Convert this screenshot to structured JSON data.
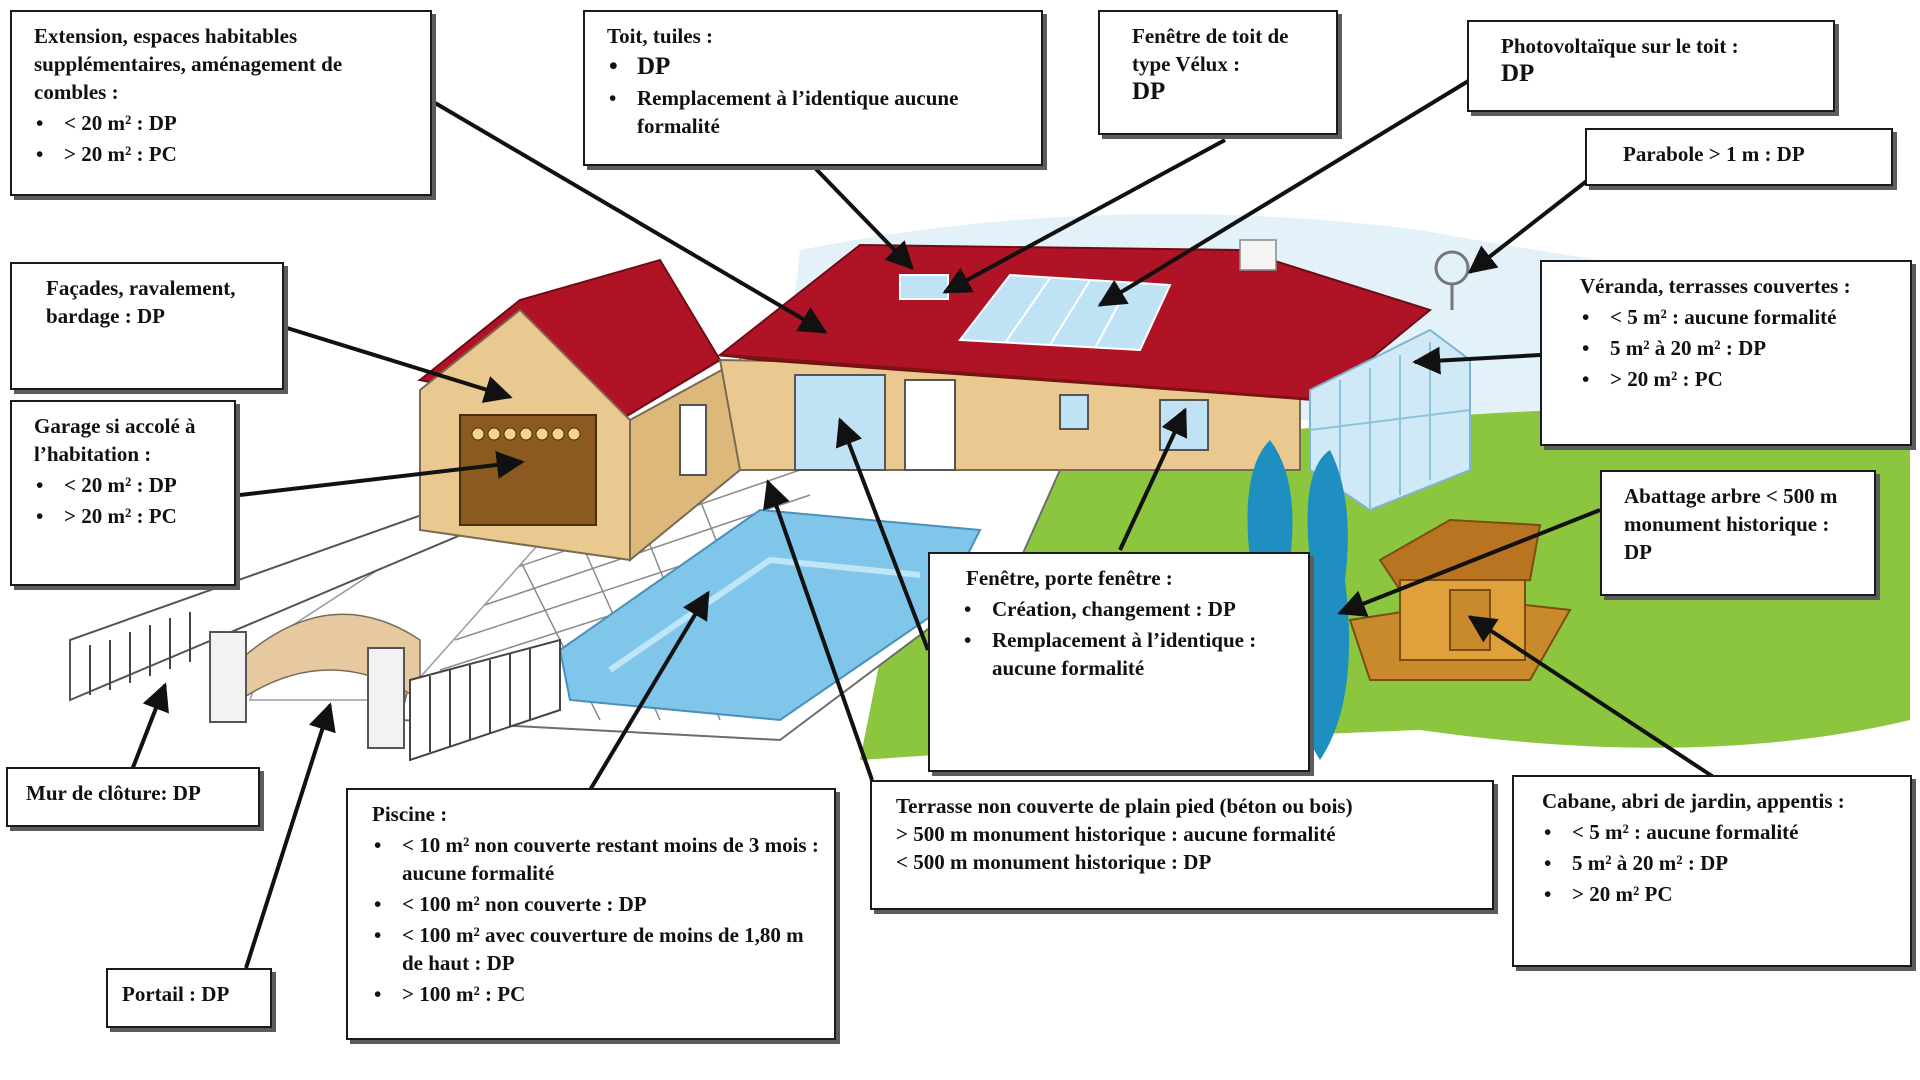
{
  "callouts": {
    "extension": {
      "title": "Extension, espaces habitables supplémentaires, aménagement de combles :",
      "items": [
        "< 20 m² : DP",
        "> 20 m² : PC"
      ]
    },
    "toit": {
      "title": "Toit, tuiles :",
      "items": [
        "DP",
        "Remplacement à l’identique aucune formalité"
      ]
    },
    "velux": {
      "title": "Fenêtre de toit de type Vélux :",
      "value": "DP"
    },
    "photovoltaique": {
      "title": "Photovoltaïque sur le toit :",
      "value": "DP"
    },
    "parabole": {
      "text": "Parabole > 1 m : DP"
    },
    "facades": {
      "text": "Façades, ravalement, bardage : DP"
    },
    "garage": {
      "title": "Garage si accolé à l’habitation :",
      "items": [
        "< 20 m² : DP",
        "> 20 m² : PC"
      ]
    },
    "veranda": {
      "title": "Véranda, terrasses couvertes :",
      "items": [
        "< 5 m² : aucune formalité",
        "5 m² à 20 m² : DP",
        "> 20 m² : PC"
      ]
    },
    "abattage": {
      "text": "Abattage arbre < 500 m monument historique : DP"
    },
    "fenetre": {
      "title": "Fenêtre, porte fenêtre :",
      "items": [
        "Création, changement : DP",
        "Remplacement à l’identique : aucune formalité"
      ]
    },
    "mur": {
      "text": "Mur de clôture: DP"
    },
    "portail": {
      "text": "Portail : DP"
    },
    "piscine": {
      "title": "Piscine :",
      "items": [
        "< 10 m² non couverte restant moins de 3 mois : aucune formalité",
        "< 100 m² non couverte : DP",
        "< 100 m² avec couverture de moins de 1,80 m de haut : DP",
        "> 100 m² : PC"
      ]
    },
    "terrasse": {
      "lines": [
        "Terrasse non couverte de plain pied (béton ou bois)",
        "> 500 m monument historique : aucune formalité",
        "<  500 m monument historique : DP"
      ]
    },
    "cabane": {
      "title": "Cabane, abri de jardin, appentis :",
      "items": [
        "< 5 m² : aucune formalité",
        "5 m² à 20 m² : DP",
        "> 20 m² PC"
      ]
    }
  },
  "colors": {
    "roof": "#b01325",
    "wall": "#e9c98f",
    "pool": "#7fc6ea",
    "glass": "#bfe3f5",
    "grass": "#8cc63f",
    "tree": "#1e8fc0",
    "wood": "#c98a2c"
  }
}
